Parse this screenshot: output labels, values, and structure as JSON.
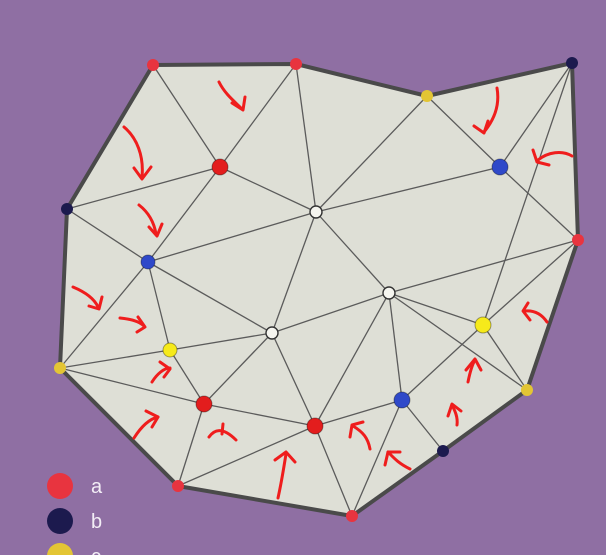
{
  "colors": {
    "background": "#8f6fa3",
    "paper": "#dedfd6",
    "outline": "#4a4a4a",
    "edge": "#5b5b5b",
    "arrow": "#ef1d1d",
    "a": "#e8343f",
    "b": "#1c1a4e",
    "c": "#e3c534",
    "blue": "#2f49c9",
    "yellow": "#f6ea1b",
    "red": "#e31d1d",
    "white": "#f5f5ef"
  },
  "legend": [
    {
      "label": "a",
      "color": "#e8343f"
    },
    {
      "label": "b",
      "color": "#1c1a4e"
    },
    {
      "label": "c",
      "color": "#e3c534"
    }
  ]
}
